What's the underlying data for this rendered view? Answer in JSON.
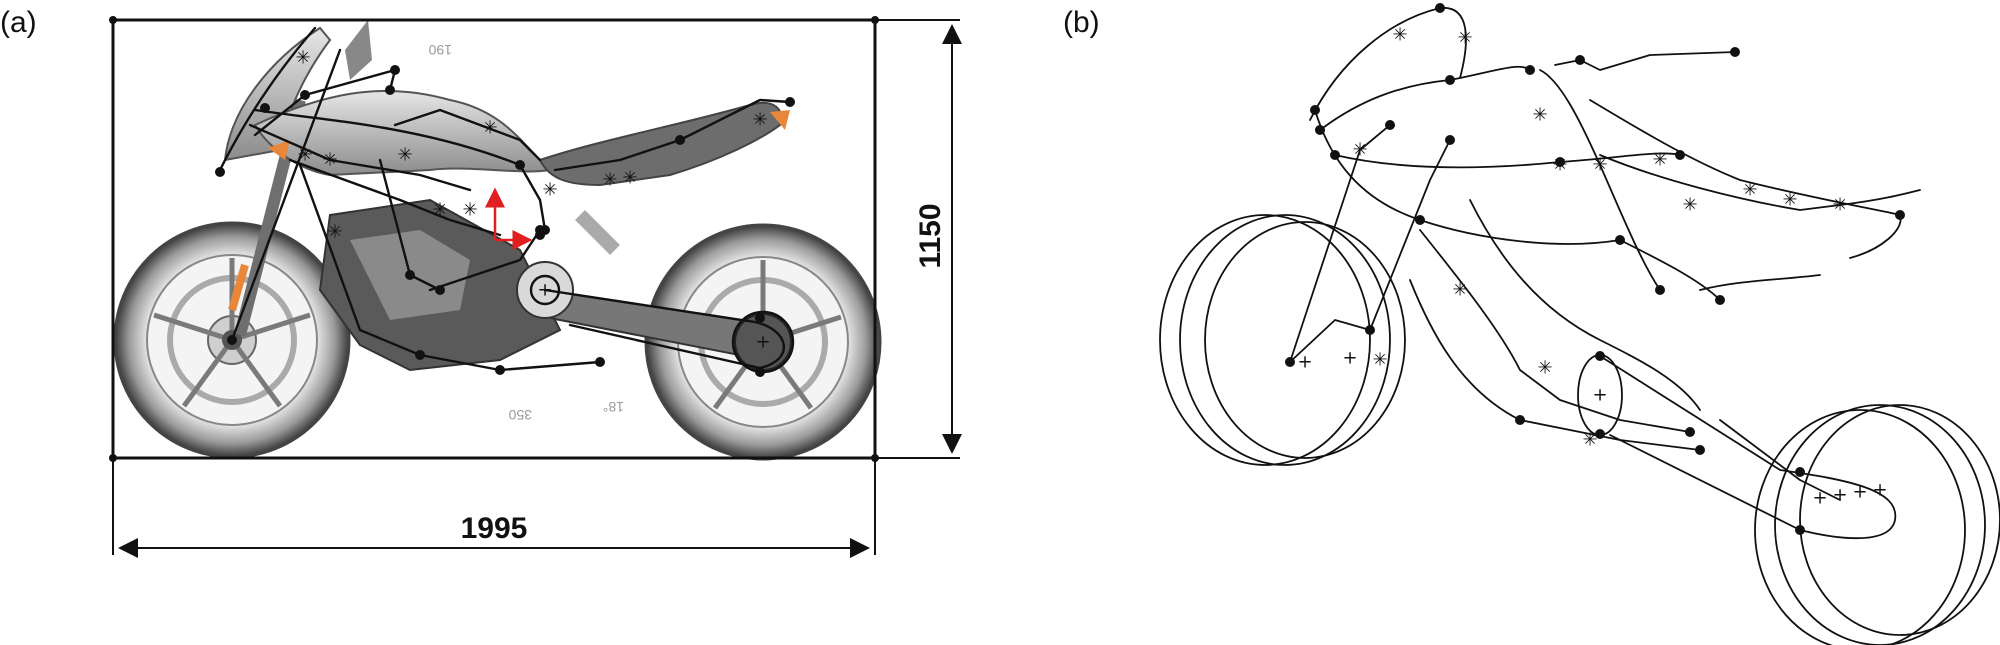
{
  "panels": {
    "a": {
      "label": "(a)",
      "overall_width": "1995",
      "overall_height": "1150",
      "faint_dimensions": [
        "190",
        "350",
        "18°"
      ],
      "accent_color": "#e8873a",
      "axis_color": "#e02020"
    },
    "b": {
      "label": "(b)"
    }
  },
  "symbols": {
    "asterisk": "✳",
    "plus": "+"
  }
}
